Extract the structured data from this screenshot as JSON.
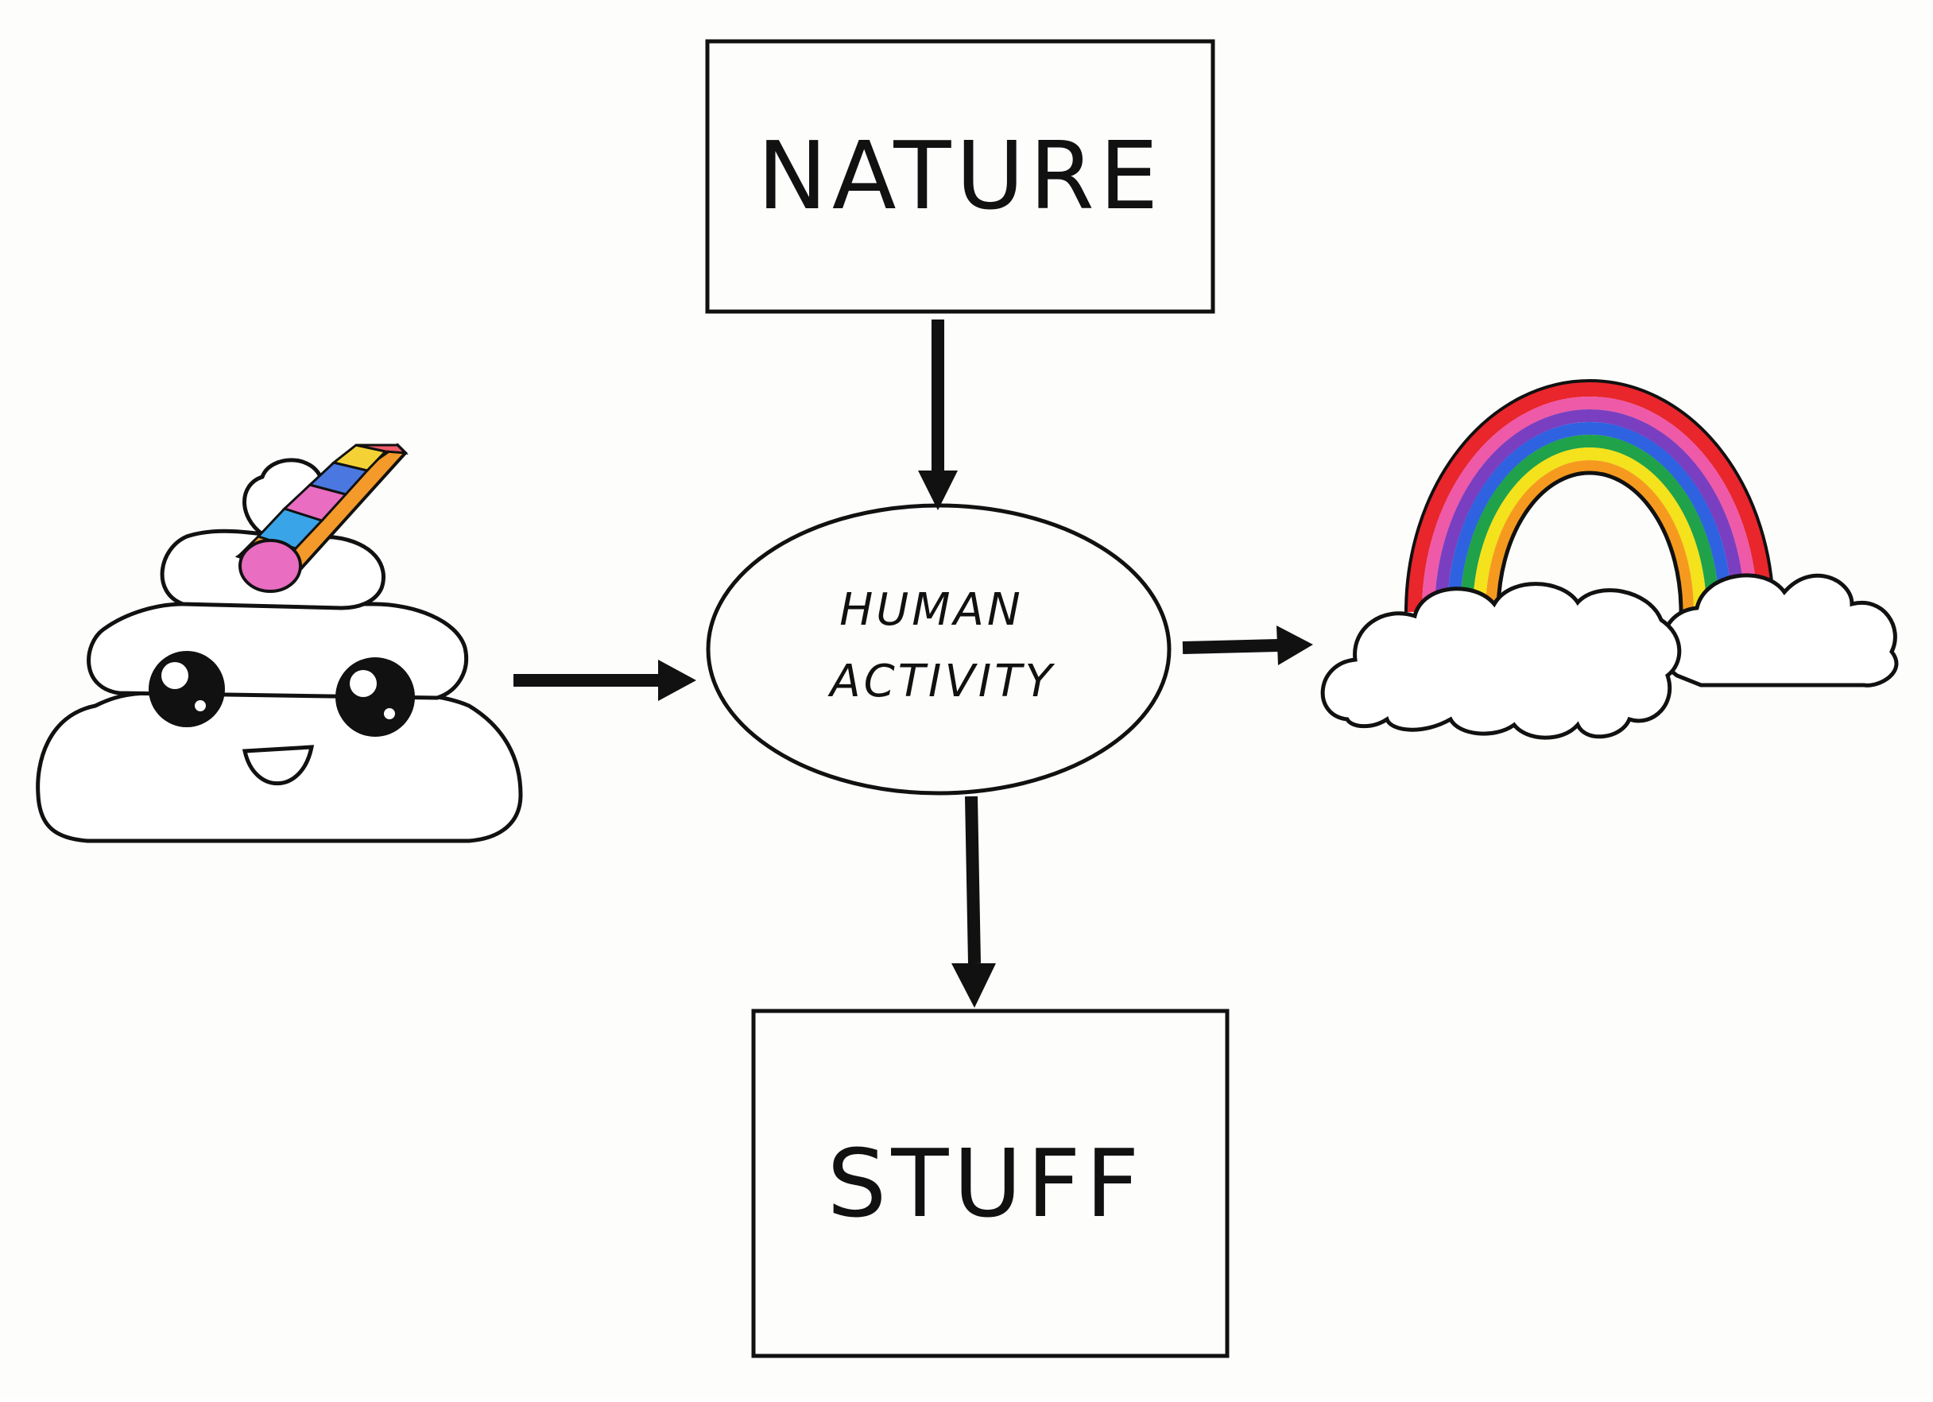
{
  "diagram": {
    "nodes": {
      "nature": {
        "label": "NATURE"
      },
      "human_activity": {
        "line1": "HUMAN",
        "line2": "ACTIVITY"
      },
      "stuff": {
        "label": "STUFF"
      }
    },
    "edges": [
      {
        "from": "nature",
        "to": "human_activity"
      },
      {
        "from": "poop-unicorn-illustration",
        "to": "human_activity"
      },
      {
        "from": "human_activity",
        "to": "rainbow-illustration"
      },
      {
        "from": "human_activity",
        "to": "stuff"
      }
    ],
    "illustrations": {
      "left": "poop-unicorn-icon",
      "right": "rainbow-cloud-icon"
    },
    "colors": {
      "ink": "#111111",
      "paper": "#fdfdfc",
      "rainbow": [
        "#e8262c",
        "#ee5aa8",
        "#7a3fc0",
        "#2f62e0",
        "#1fa24a",
        "#f4e21c",
        "#f59a1f"
      ],
      "horn": [
        "#f39a2a",
        "#3aa4e8",
        "#e96dc1",
        "#f05a6a",
        "#f4d235",
        "#4a78e0"
      ]
    }
  }
}
